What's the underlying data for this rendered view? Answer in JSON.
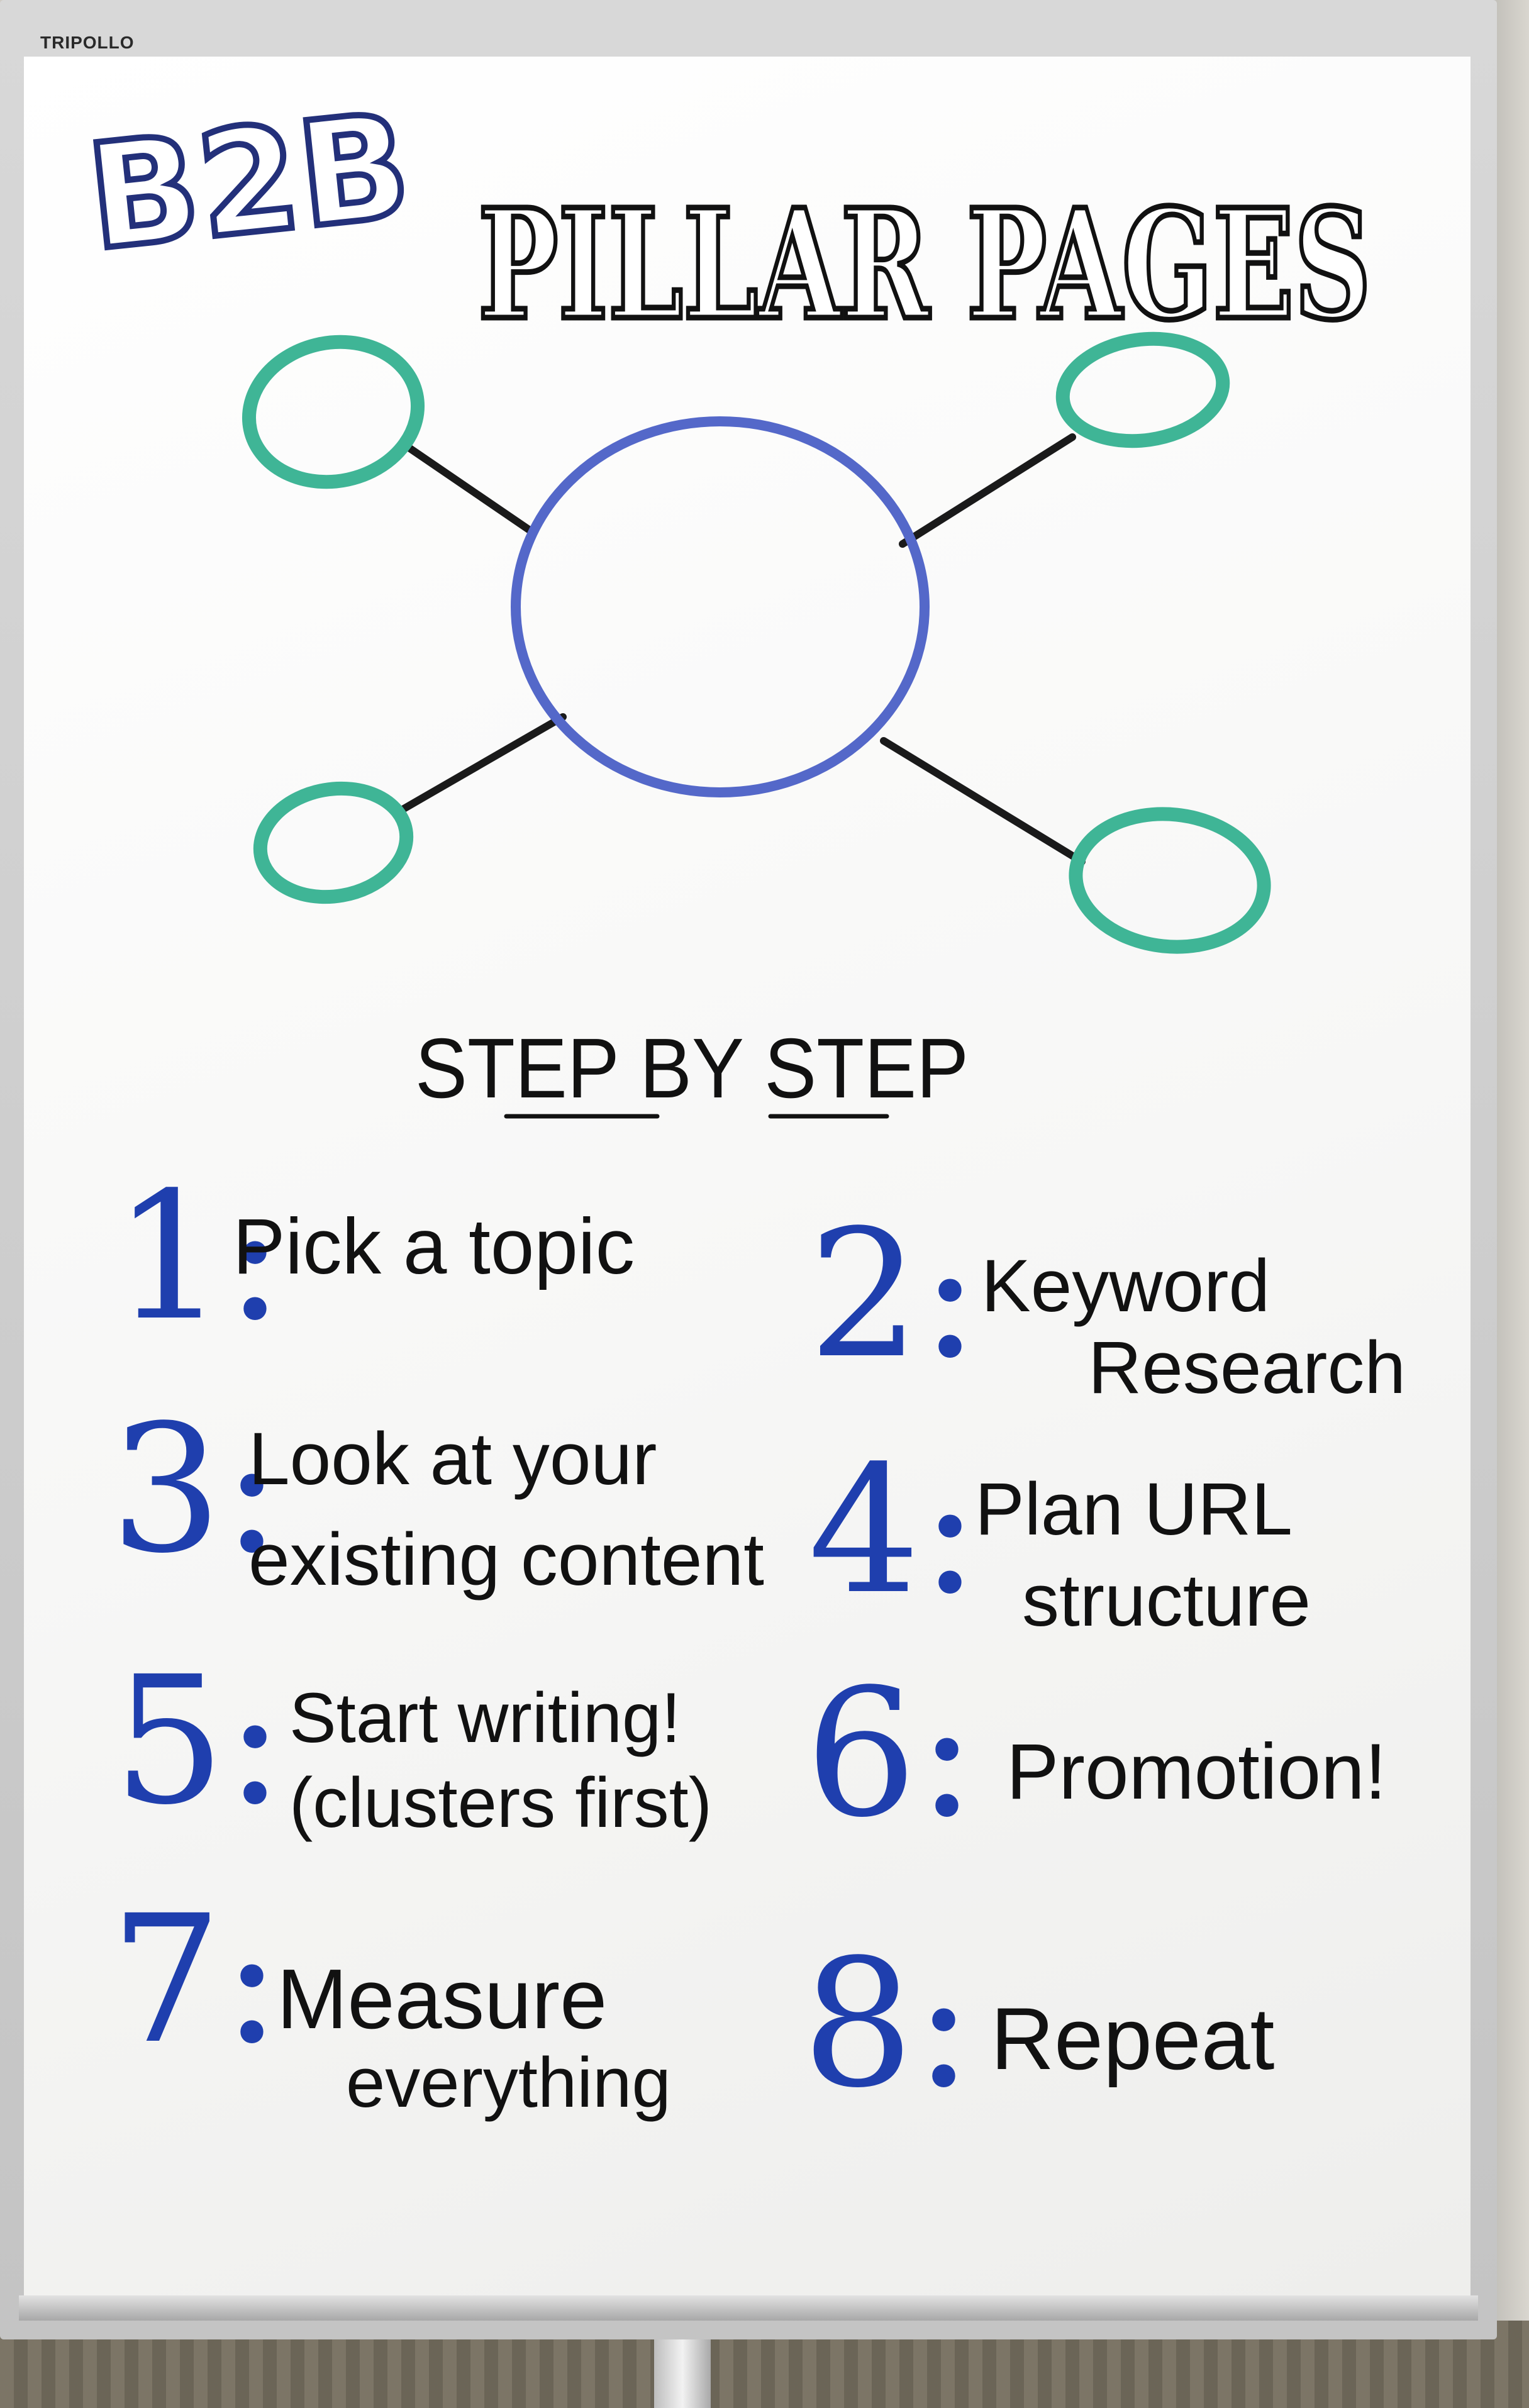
{
  "board": {
    "brand": "TRIPOLLO",
    "title_prefix": "B2B",
    "title_main": "PILLAR PAGES"
  },
  "diagram": {
    "colors": {
      "hub": "#5468c9",
      "spoke": "#3fb596",
      "line": "#1a1a1a"
    }
  },
  "steps": {
    "heading": "STEP BY STEP",
    "items": [
      {
        "num": "1:",
        "lines": [
          "Pick a topic"
        ]
      },
      {
        "num": "2:",
        "lines": [
          "Keyword",
          "Research"
        ]
      },
      {
        "num": "3:",
        "lines": [
          "Look at your",
          "existing content"
        ]
      },
      {
        "num": "4:",
        "lines": [
          "Plan URL",
          "structure"
        ]
      },
      {
        "num": "5:",
        "lines": [
          "Start writing!",
          "(clusters first)"
        ]
      },
      {
        "num": "6:",
        "lines": [
          "Promotion!"
        ]
      },
      {
        "num": "7:",
        "lines": [
          "Measure",
          "everything"
        ]
      },
      {
        "num": "8:",
        "lines": [
          "Repeat"
        ]
      }
    ],
    "number_color": "#1f3fae"
  }
}
